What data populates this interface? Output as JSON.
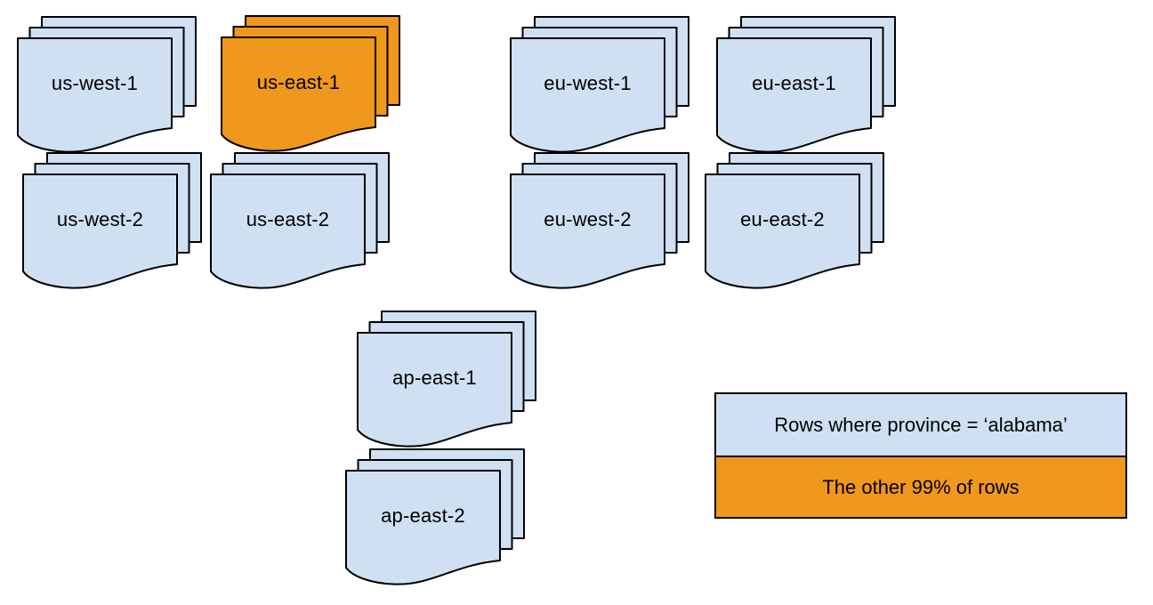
{
  "colors": {
    "region_fill": "#cfe0f2",
    "highlight_fill": "#f0971e",
    "stroke_color": "#000000",
    "background": "#ffffff"
  },
  "stacks": [
    {
      "label": "us-west-1",
      "highlighted": false
    },
    {
      "label": "us-east-1",
      "highlighted": true
    },
    {
      "label": "eu-west-1",
      "highlighted": false
    },
    {
      "label": "eu-east-1",
      "highlighted": false
    },
    {
      "label": "us-west-2",
      "highlighted": false
    },
    {
      "label": "us-east-2",
      "highlighted": false
    },
    {
      "label": "eu-west-2",
      "highlighted": false
    },
    {
      "label": "eu-east-2",
      "highlighted": false
    },
    {
      "label": "ap-east-1",
      "highlighted": false
    },
    {
      "label": "ap-east-2",
      "highlighted": false
    }
  ],
  "legend": {
    "items": [
      {
        "label": "Rows where province = ‘alabama’",
        "style": "region"
      },
      {
        "label": "The other 99% of rows",
        "style": "highlight"
      }
    ]
  }
}
